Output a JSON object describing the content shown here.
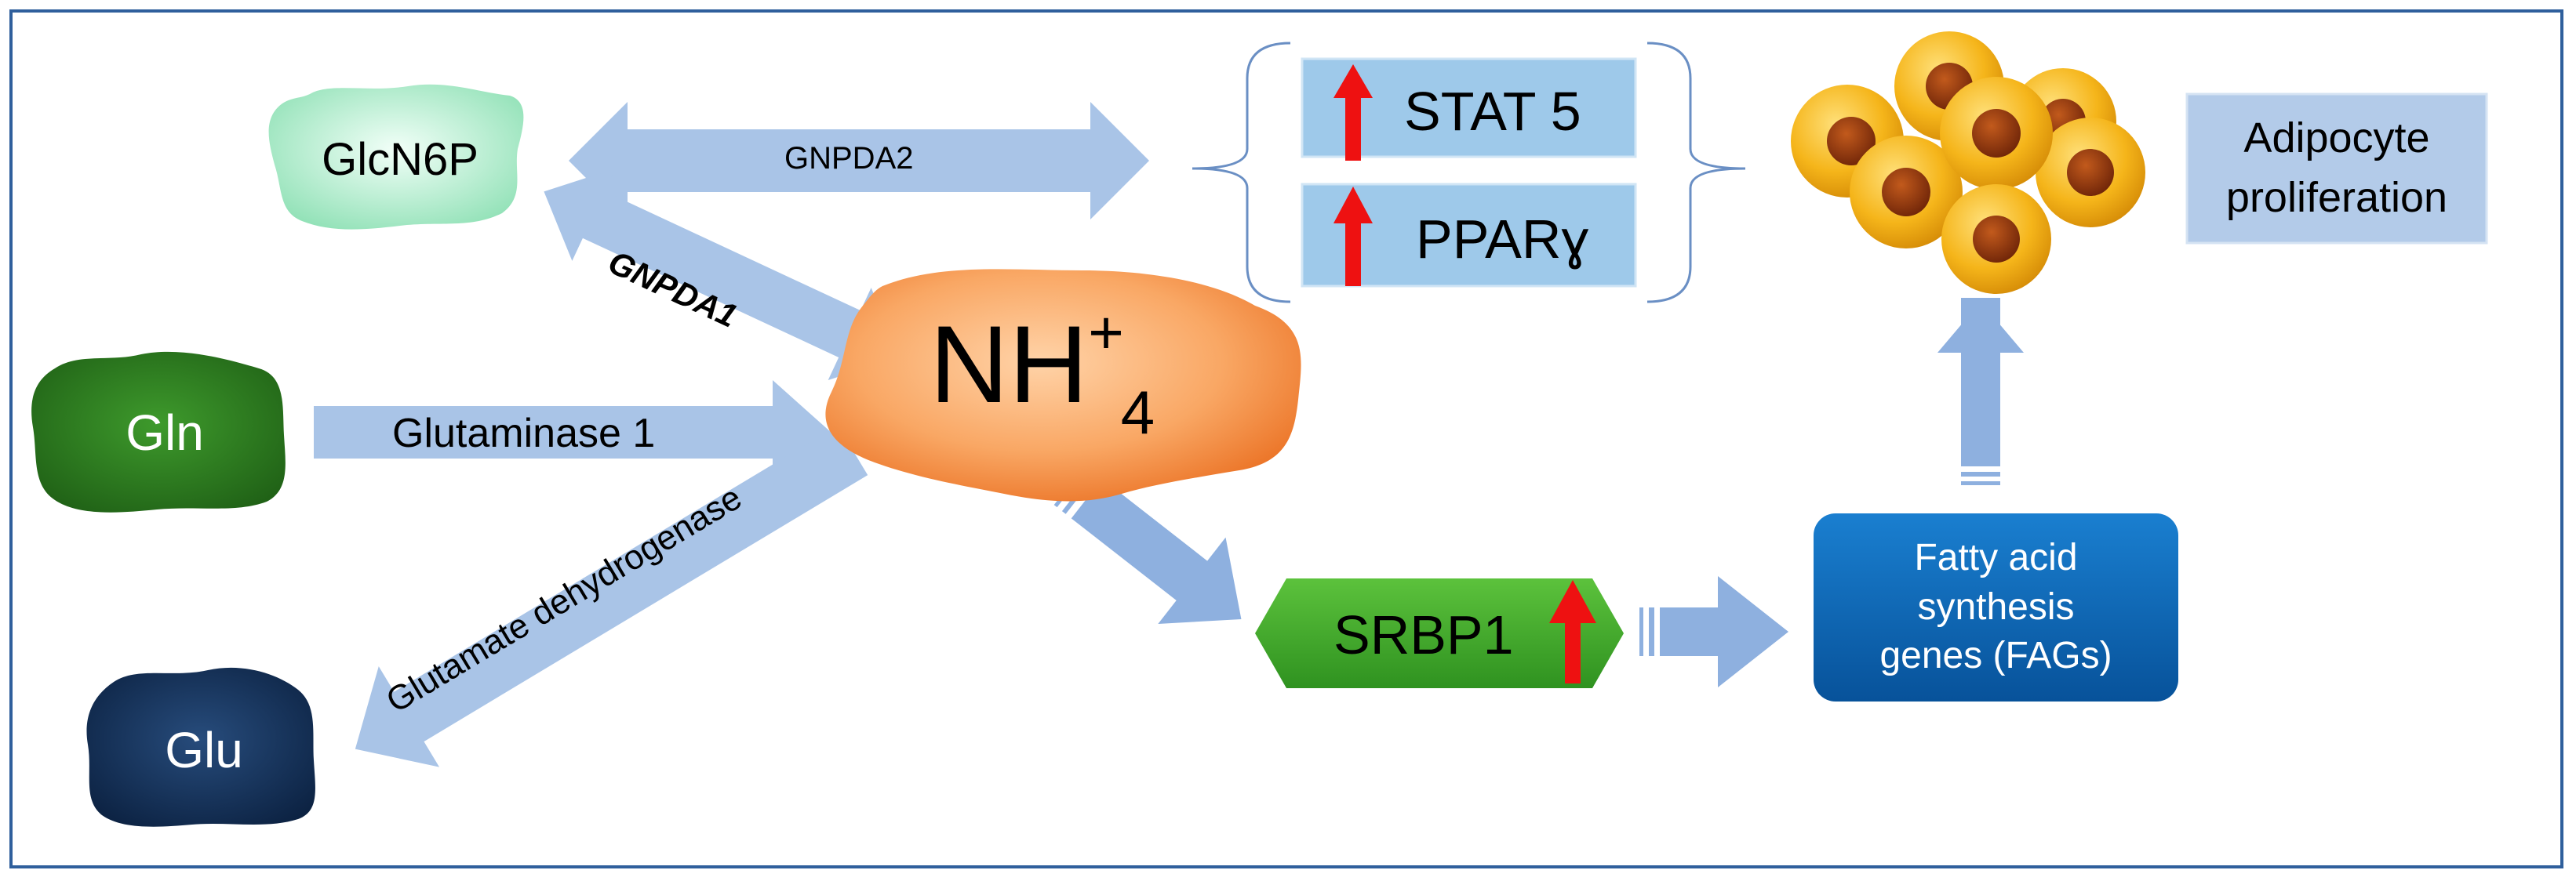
{
  "nodes": {
    "glcn6p": "GlcN6P",
    "gln": "Gln",
    "glu": "Glu",
    "nh4_base": "NH",
    "nh4_sup": "+",
    "nh4_sub": "4",
    "stat5": "STAT 5",
    "ppar": "PPARɣ",
    "srbp1": "SRBP1",
    "fags_line1": "Fatty acid",
    "fags_line2": "synthesis",
    "fags_line3": "genes (FAGs)",
    "adipo_line1": "Adipocyte",
    "adipo_line2": "proliferation"
  },
  "edges": {
    "gnpda2": "GNPDA2",
    "gnpda1": "GNPDA1",
    "glutaminase": "Glutaminase 1",
    "gdh": "Glutamate dehydrogenase"
  },
  "colors": {
    "arrow": "#a9c4e7",
    "arrow_dark": "#8eb0df",
    "glcn6p": "#b9ecd0",
    "gln": "#2e7d22",
    "glu": "#122f56",
    "nh4": "#f5a35c",
    "srbp1": "#3fae2a",
    "fags": "#0b66b8",
    "adipo_box": "#b3cbe9",
    "stat_box": "#9ec9ea",
    "up_arrow": "#ee1111",
    "cell_outer": "#f2b51c",
    "cell_nucleus": "#8a3211",
    "frame": "#2f5f9c"
  }
}
